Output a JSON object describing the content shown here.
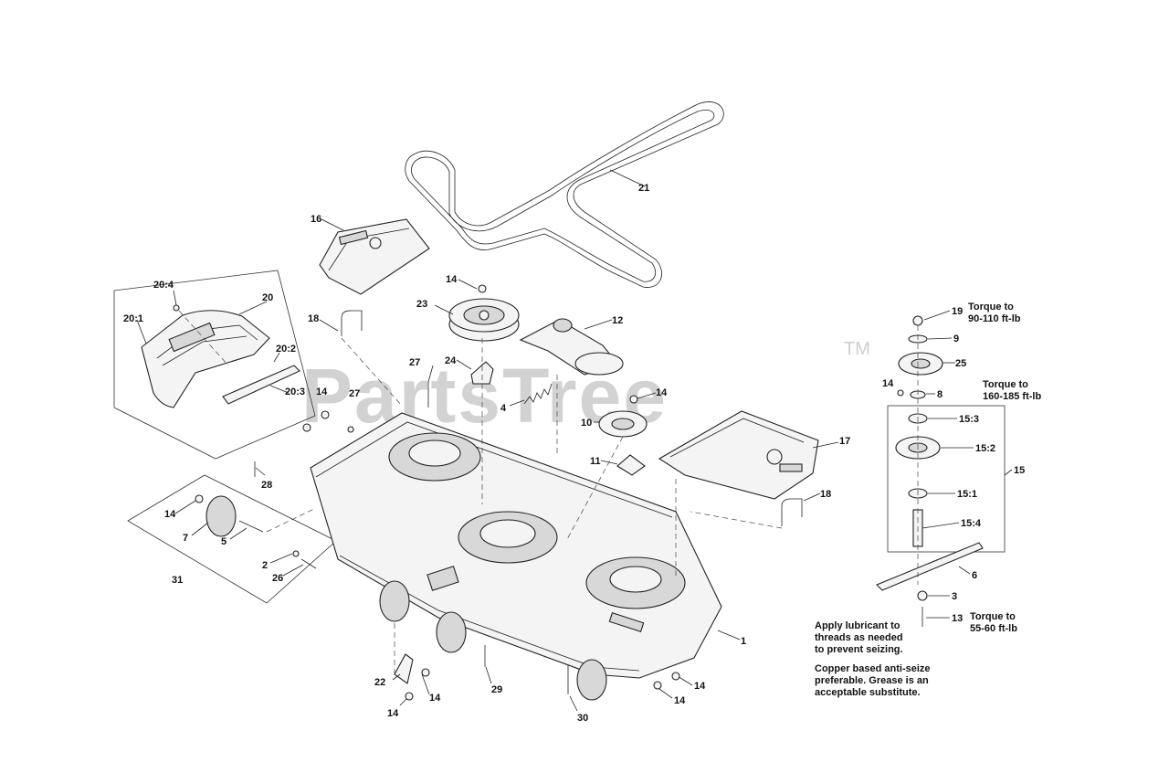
{
  "watermark": {
    "text": "PartsTree",
    "tm": "TM"
  },
  "labels": {
    "l1": "1",
    "l2": "2",
    "l3": "3",
    "l4": "4",
    "l5": "5",
    "l6": "6",
    "l7": "7",
    "l8": "8",
    "l9": "9",
    "l10": "10",
    "l11": "11",
    "l12": "12",
    "l13": "13",
    "l14": "14",
    "l15": "15",
    "l15_1": "15:1",
    "l15_2": "15:2",
    "l15_3": "15:3",
    "l15_4": "15:4",
    "l16": "16",
    "l17": "17",
    "l18": "18",
    "l19": "19",
    "l20": "20",
    "l20_1": "20:1",
    "l20_2": "20:2",
    "l20_3": "20:3",
    "l20_4": "20:4",
    "l21": "21",
    "l22": "22",
    "l23": "23",
    "l24": "24",
    "l25": "25",
    "l26": "26",
    "l27": "27",
    "l28": "28",
    "l29": "29",
    "l30": "30",
    "l31": "31"
  },
  "torque": {
    "t19_line1": "Torque to",
    "t19_line2": "90-110 ft-lb",
    "t15_line1": "Torque to",
    "t15_line2": "160-185 ft-lb",
    "t13_line1": "Torque to",
    "t13_line2": "55-60 ft-lb"
  },
  "note_lines": [
    "Apply lubricant to",
    "threads as needed",
    "to prevent seizing.",
    "Copper based anti-seize",
    "preferable. Grease is an",
    "acceptable substitute."
  ]
}
